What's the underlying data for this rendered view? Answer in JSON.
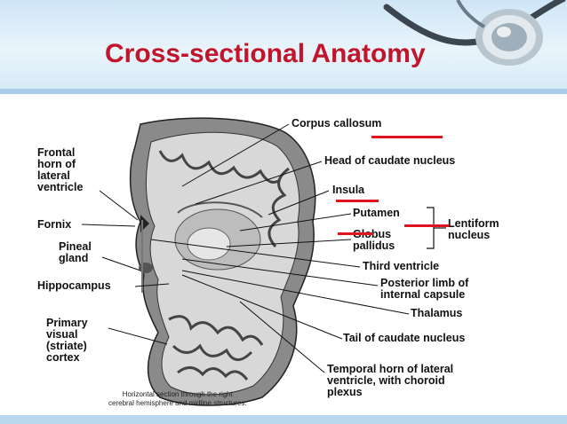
{
  "slide": {
    "title": "Cross-sectional Anatomy"
  },
  "labels_left": {
    "frontal_horn": [
      "Frontal",
      "horn of",
      "lateral",
      "ventricle"
    ],
    "fornix": "Fornix",
    "pineal": [
      "Pineal",
      "gland"
    ],
    "hippocampus": "Hippocampus",
    "visual_cortex": [
      "Primary",
      "visual",
      "(striate)",
      "cortex"
    ]
  },
  "labels_right": {
    "corpus_callosum": "Corpus callosum",
    "head_caudate": "Head of caudate nucleus",
    "insula": "Insula",
    "putamen": "Putamen",
    "globus": [
      "Globus",
      "pallidus"
    ],
    "lentiform": [
      "Lentiform",
      "nucleus"
    ],
    "third_ventricle": "Third ventricle",
    "posterior_limb": [
      "Posterior limb of",
      "internal capsule"
    ],
    "thalamus": "Thalamus",
    "tail_caudate": "Tail of caudate nucleus",
    "temporal_horn": [
      "Temporal horn of lateral",
      "ventricle, with choroid",
      "plexus"
    ]
  },
  "caption": [
    "Horizontal section through the right",
    "cerebral hemisphere and midline structures."
  ],
  "colors": {
    "title": "#c0152a",
    "accent_line": "#e0141e",
    "header_bg": "#d6e9f6"
  }
}
